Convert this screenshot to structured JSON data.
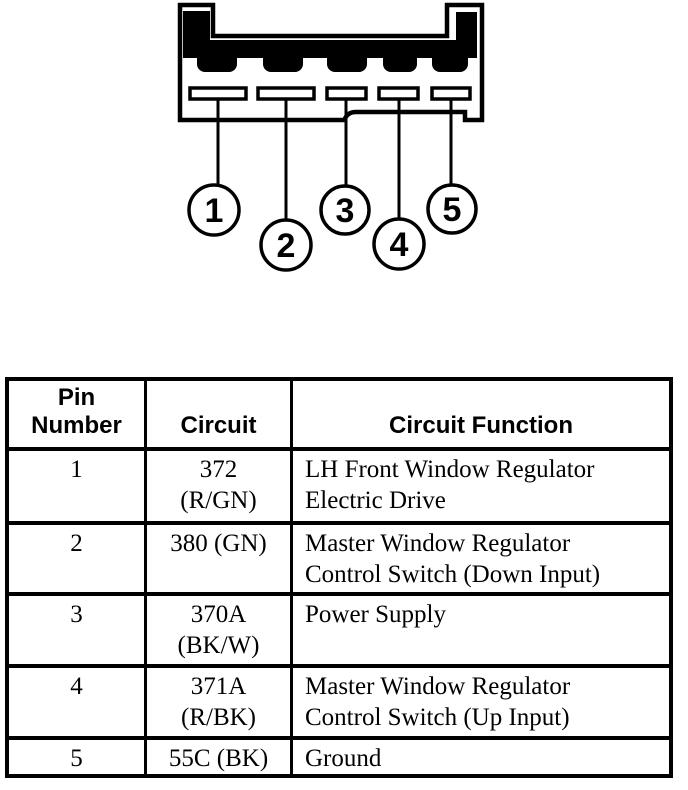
{
  "colors": {
    "ink": "#000000",
    "paper": "#ffffff"
  },
  "connector": {
    "description": "5-pin connector face view with numbered pin callouts",
    "pins": [
      {
        "label": "1"
      },
      {
        "label": "2"
      },
      {
        "label": "3"
      },
      {
        "label": "4"
      },
      {
        "label": "5"
      }
    ]
  },
  "table": {
    "headers": {
      "pin": "Pin\nNumber",
      "circuit": "Circuit",
      "function": "Circuit Function"
    },
    "rows": [
      {
        "pin": "1",
        "circuit": "372\n(R/GN)",
        "function": "LH Front Window Regulator\nElectric Drive"
      },
      {
        "pin": "2",
        "circuit": "380 (GN)",
        "function": "Master Window Regulator\nControl Switch (Down Input)"
      },
      {
        "pin": "3",
        "circuit": "370A\n(BK/W)",
        "function": "Power Supply"
      },
      {
        "pin": "4",
        "circuit": "371A\n(R/BK)",
        "function": "Master Window Regulator\nControl Switch (Up Input)"
      },
      {
        "pin": "5",
        "circuit": "55C (BK)",
        "function": "Ground"
      }
    ]
  }
}
